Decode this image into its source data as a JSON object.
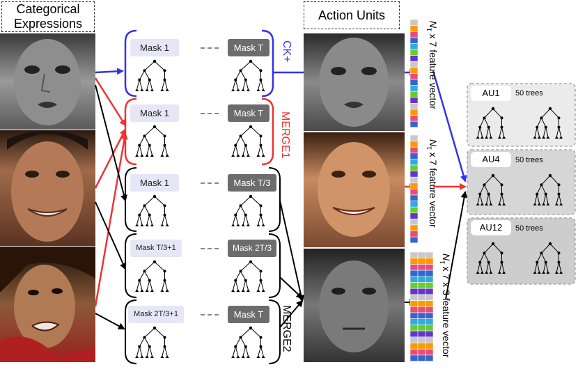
{
  "headers": {
    "categorical_line1": "Categorical",
    "categorical_line2": "Expressions",
    "action_units": "Action Units"
  },
  "groups": [
    {
      "mask_left": "Mask 1",
      "mask_right": "Mask T"
    },
    {
      "mask_left": "Mask 1",
      "mask_right": "Mask T"
    },
    {
      "mask_left": "Mask 1",
      "mask_right": "Mask T/3"
    },
    {
      "mask_left": "Mask T/3+1",
      "mask_right": "Mask 2T/3"
    },
    {
      "mask_left": "Mask 2T/3+1",
      "mask_right": "Mask T"
    }
  ],
  "merge_labels": {
    "ck": "CK+",
    "merge1": "MERGE1",
    "merge2": "MERGE2"
  },
  "feature_vectors": [
    {
      "label_prefix": "N",
      "label_sub": "τ",
      "label_suffix": " x 7 feature vector"
    },
    {
      "label_prefix": "N",
      "label_sub": "τ",
      "label_suffix": " x 7 feature vector"
    },
    {
      "label_prefix": "N",
      "label_sub": "τ",
      "label_suffix": " x 7 x 3 feature vector"
    }
  ],
  "au_classifiers": [
    {
      "name": "AU1",
      "trees": "50 trees"
    },
    {
      "name": "AU4",
      "trees": "50 trees"
    },
    {
      "name": "AU12",
      "trees": "50 trees"
    }
  ],
  "colors": {
    "ck_blue": "#3333e6",
    "merge1_red": "#ee3333",
    "merge2_black": "#000000",
    "vector_palette": [
      "#c8c8c8",
      "#ff9900",
      "#e64d7f",
      "#3366cc",
      "#33aadd",
      "#66cc33",
      "#6633cc"
    ]
  }
}
